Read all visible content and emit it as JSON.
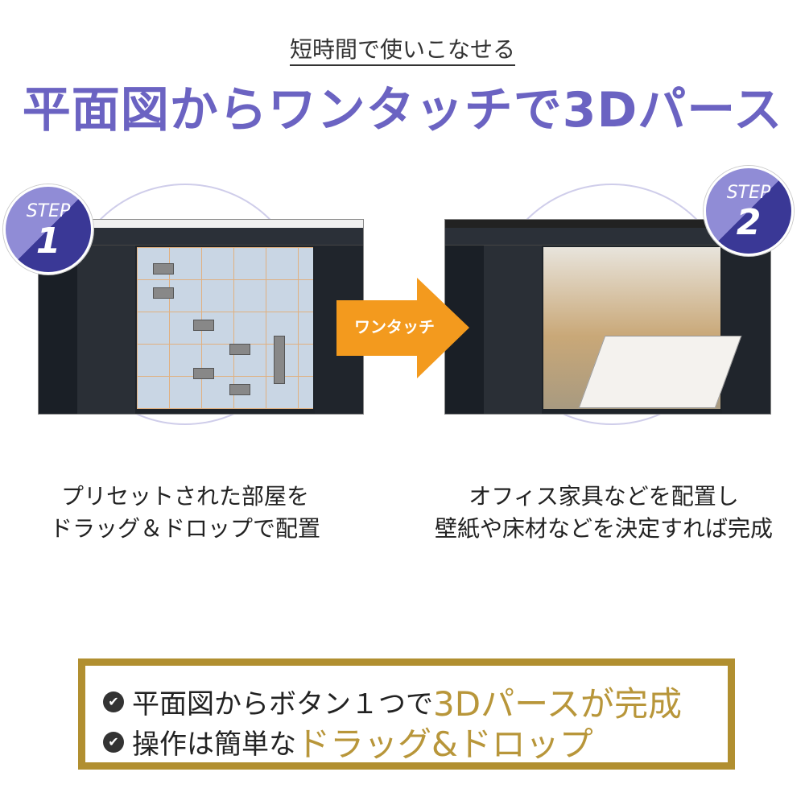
{
  "header": {
    "subtitle": "短時間で使いこなせる",
    "title": "平面図からワンタッチで3Dパース"
  },
  "colors": {
    "title": "#6b63c2",
    "accent_gold": "#b18f30",
    "arrow": "#f39a1e",
    "badge_light": "#908cd6",
    "badge_dark": "#3a3896"
  },
  "steps": [
    {
      "badge_label": "STEP",
      "number": "1",
      "caption_lines": [
        "プリセットされた部屋を",
        "ドラッグ＆ドロップで配置"
      ]
    },
    {
      "badge_label": "STEP",
      "number": "2",
      "caption_lines": [
        "オフィス家具などを配置し",
        "壁紙や床材などを決定すれば完成"
      ]
    }
  ],
  "arrow": {
    "label": "ワンタッチ",
    "icon": "arrow-right-icon"
  },
  "features": [
    {
      "icon": "check-circle-icon",
      "text": "平面図からボタン１つで",
      "highlight": "3Dパースが完成"
    },
    {
      "icon": "check-circle-icon",
      "text": "操作は簡単な",
      "highlight": "ドラッグ&ドロップ"
    }
  ]
}
